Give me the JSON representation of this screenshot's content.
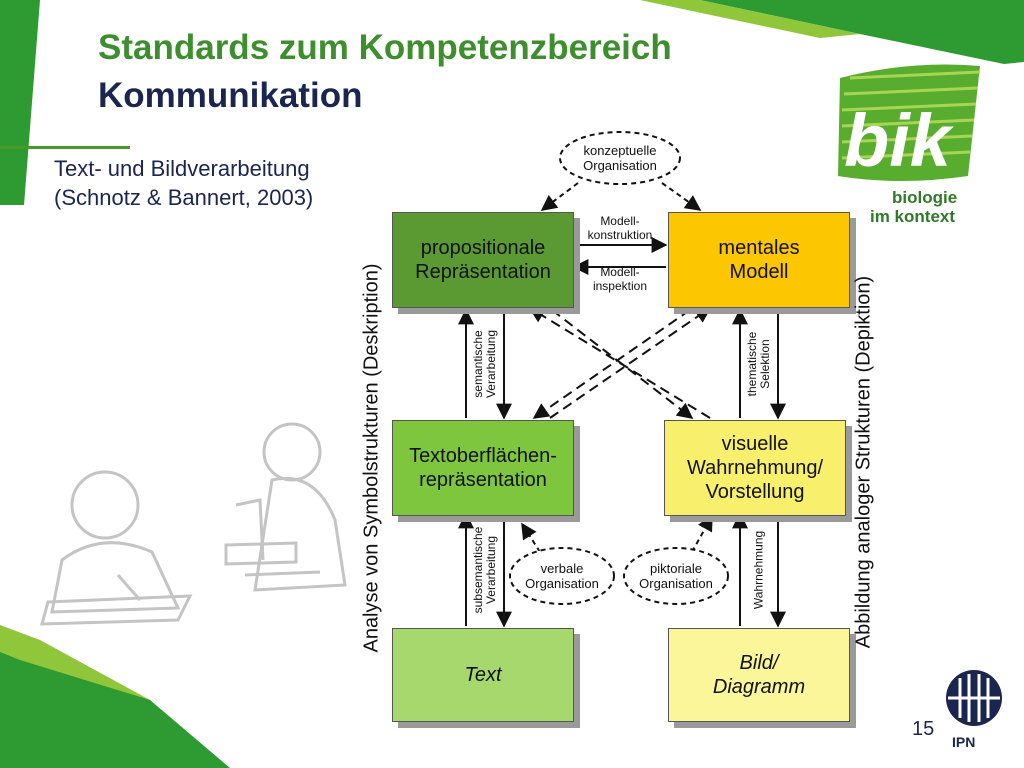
{
  "slide": {
    "title_line1": "Standards zum Kompetenzbereich",
    "title_line2": "Kommunikation",
    "subtitle_line1": "Text- und Bildverarbeitung",
    "subtitle_line2": "(Schnotz & Bannert, 2003)",
    "page_number": "15"
  },
  "logo": {
    "word": "bik",
    "line1": "biologie",
    "line2": "im kontext",
    "ipn": "IPN"
  },
  "diagram": {
    "konzeptuelle": [
      "konzeptuelle",
      "Organisation"
    ],
    "propositionale": [
      "propositionale",
      "Repräsentation"
    ],
    "mentales": [
      "mentales",
      "Modell"
    ],
    "modell_konstruktion": [
      "Modell-",
      "konstruktion"
    ],
    "modell_inspektion": [
      "Modell-",
      "inspektion"
    ],
    "semantische": [
      "semantische",
      "Verarbeitung"
    ],
    "thematische": [
      "thematische",
      "Selektion"
    ],
    "textoberflaechen": [
      "Textoberflächen-",
      "repräsentation"
    ],
    "visuelle": [
      "visuelle",
      "Wahrnehmung/",
      "Vorstellung"
    ],
    "subsemantische": [
      "subsemantische",
      "Verarbeitung"
    ],
    "verbale": [
      "verbale",
      "Organisation"
    ],
    "piktoriale": [
      "piktoriale",
      "Organisation"
    ],
    "wahrnehmung": "Wahrnehmung",
    "text": "Text",
    "bild": [
      "Bild/",
      "Diagramm"
    ],
    "left_axis": "Analyse von Symbolstrukturen (Deskription)",
    "right_axis": "Abbildung analoger Strukturen (Depiktion)"
  },
  "colors": {
    "title_green": "#3c8f2c",
    "title_navy": "#1a2550",
    "dark_green_box": "#5b9a32",
    "mid_green_box": "#7fc63f",
    "light_green_box": "#a6d86e",
    "gold_box": "#fcc600",
    "yellow_box": "#f8f06c",
    "pale_yellow_box": "#fcf69a"
  }
}
